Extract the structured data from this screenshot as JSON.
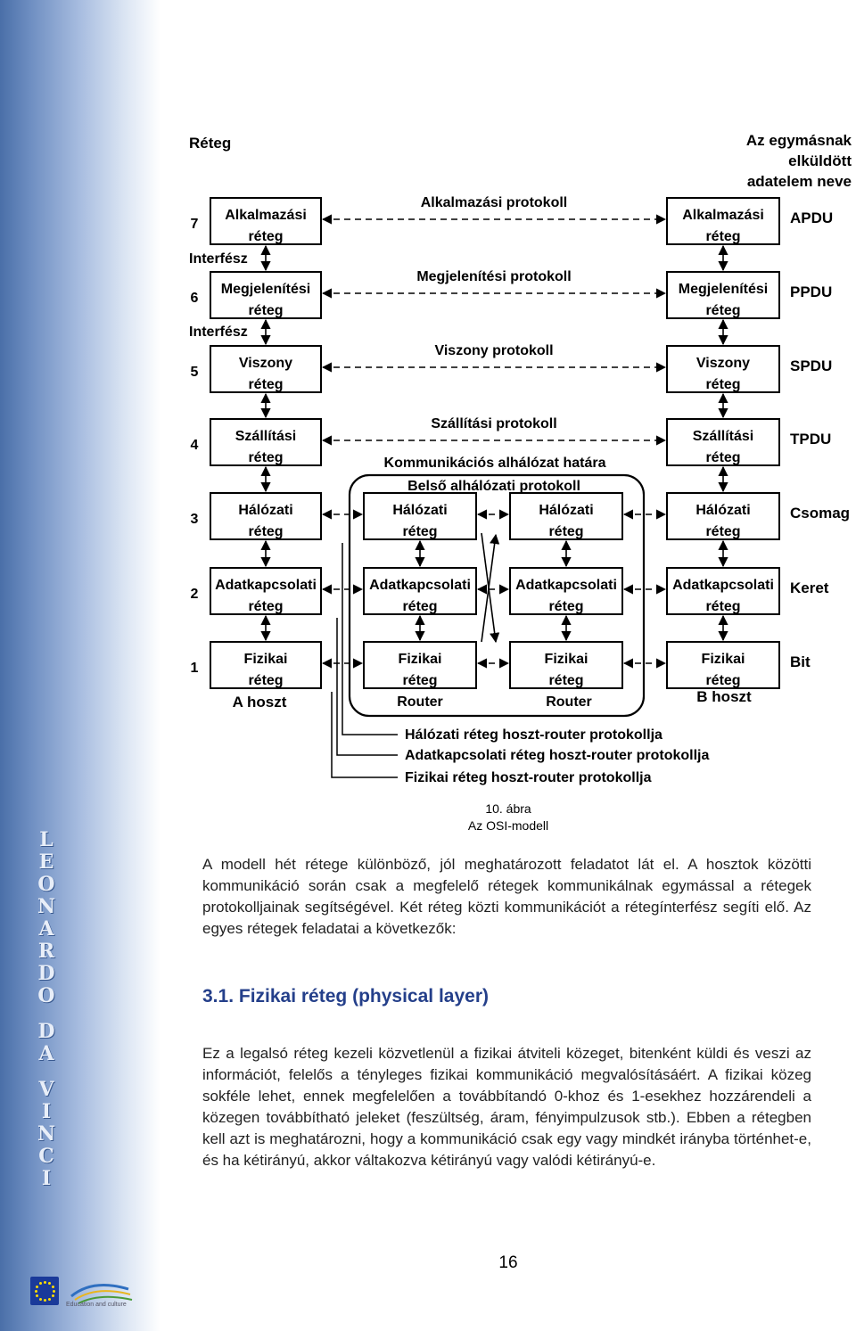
{
  "sidebar": {
    "letters": [
      "L",
      "E",
      "O",
      "N",
      "A",
      "R",
      "D",
      "O",
      "",
      "D",
      "A",
      "",
      "V",
      "I",
      "N",
      "C",
      "I"
    ],
    "footer_text": "Education and culture"
  },
  "diagram": {
    "col_left_header": "Réteg",
    "col_right_header_lines": [
      "Az egymásnak",
      "elküldött",
      "adatelem neve"
    ],
    "interface_label": "Interfész",
    "layers": [
      {
        "num": "7",
        "left": [
          "Alkalmazási",
          "réteg"
        ],
        "right": [
          "Alkalmazási",
          "réteg"
        ],
        "protocol": "Alkalmazási protokoll",
        "unit": "APDU"
      },
      {
        "num": "6",
        "left": [
          "Megjelenítési",
          "réteg"
        ],
        "right": [
          "Megjelenítési",
          "réteg"
        ],
        "protocol": "Megjelenítési protokoll",
        "unit": "PPDU"
      },
      {
        "num": "5",
        "left": [
          "Viszony",
          "réteg"
        ],
        "right": [
          "Viszony",
          "réteg"
        ],
        "protocol": "Viszony protokoll",
        "unit": "SPDU"
      },
      {
        "num": "4",
        "left": [
          "Szállítási",
          "réteg"
        ],
        "right": [
          "Szállítási",
          "réteg"
        ],
        "protocol": "Szállítási protokoll",
        "unit": "TPDU"
      },
      {
        "num": "3",
        "left": [
          "Hálózati",
          "réteg"
        ],
        "right": [
          "Hálózati",
          "réteg"
        ],
        "mid1": [
          "Hálózati",
          "réteg"
        ],
        "mid2": [
          "Hálózati",
          "réteg"
        ],
        "unit": "Csomag"
      },
      {
        "num": "2",
        "left": [
          "Adatkapcsolati",
          "réteg"
        ],
        "right": [
          "Adatkapcsolati",
          "réteg"
        ],
        "mid1": [
          "Adatkapcsolati",
          "réteg"
        ],
        "mid2": [
          "Adatkapcsolati",
          "réteg"
        ],
        "unit": "Keret"
      },
      {
        "num": "1",
        "left": [
          "Fizikai",
          "réteg"
        ],
        "right": [
          "Fizikai",
          "réteg"
        ],
        "mid1": [
          "Fizikai",
          "réteg"
        ],
        "mid2": [
          "Fizikai",
          "réteg"
        ],
        "unit": "Bit"
      }
    ],
    "subnet_boundary": "Kommunikációs alhálózat határa",
    "internal_protocol": "Belső alhálózati protokoll",
    "host_a": "A hoszt",
    "host_b": "B hoszt",
    "router": "Router",
    "bottom_protocols": [
      "Hálózati réteg hoszt-router protokollja",
      "Adatkapcsolati réteg hoszt-router protokollja",
      "Fizikai réteg hoszt-router protokollja"
    ]
  },
  "caption": {
    "line1": "10. ábra",
    "line2": "Az OSI-modell"
  },
  "intro_paragraph": "A modell hét rétege különböző, jól meghatározott feladatot lát el. A hosztok közötti kommunikáció során csak a megfelelő rétegek kommunikálnak egymással a rétegek protokolljainak segítségével. Két réteg közti kommunikációt a rétegínterfész segíti elő. Az egyes rétegek feladatai a következők:",
  "section_heading": "3.1. Fizikai réteg (physical layer)",
  "body_paragraph": "Ez a legalsó réteg kezeli közvetlenül a fizikai átviteli közeget, bitenként küldi és veszi az információt, felelős a tényleges fizikai kommunikáció megvalósításáért. A fizikai közeg sokféle lehet, ennek megfelelően a továbbítandó 0-khoz és 1-esekhez hozzárendeli a közegen továbbítható jeleket (feszültség, áram, fényimpulzusok stb.). Ebben a rétegben kell azt is meghatározni, hogy a kommunikáció csak egy vagy mindkét irányba történhet-e, és ha kétirányú, akkor váltakozva kétirányú vagy valódi kétirányú-e.",
  "page_number": "16"
}
